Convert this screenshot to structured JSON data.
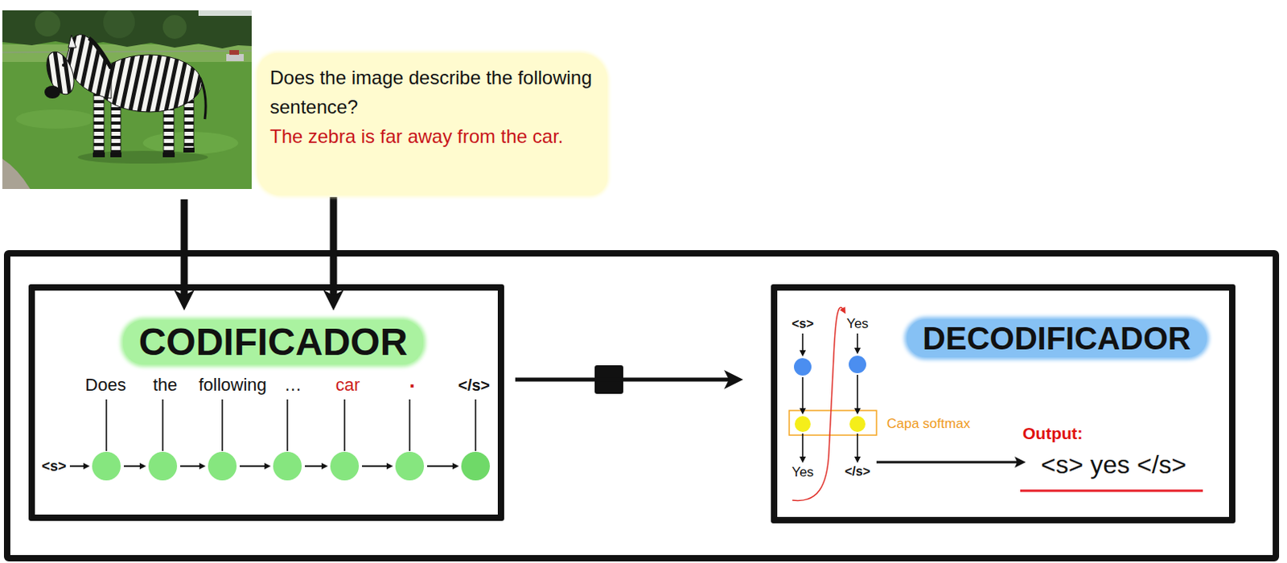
{
  "diagram": {
    "nodes": [
      {
        "text": [
          "Does the image describe the following sentence?",
          "The zebra is far away from the car."
        ]
      },
      {
        "text": [
          "CODIFICADOR"
        ]
      },
      {
        "text": [
          "DECODIFICADOR"
        ]
      }
    ],
    "edges": [
      {
        "from": 0,
        "to": 1,
        "arrow": "to"
      },
      {
        "from": 1,
        "to": 2,
        "arrow": "to"
      }
    ],
    "labels": [
      "<s>",
      "Does",
      "the",
      "following",
      "…",
      "car",
      ".",
      "</s>",
      "<s>",
      "Yes",
      "Yes",
      "</s>",
      "Capa softmax",
      "Output:",
      "<s> yes </s>"
    ]
  }
}
